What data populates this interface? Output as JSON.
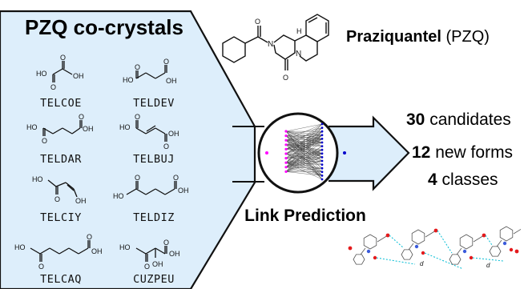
{
  "panel": {
    "title": "PZQ co-crystals"
  },
  "coformers": [
    {
      "code": "TELCOE"
    },
    {
      "code": "TELDEV"
    },
    {
      "code": "TELDAR"
    },
    {
      "code": "TELBUJ"
    },
    {
      "code": "TELCIY"
    },
    {
      "code": "TELDIZ"
    },
    {
      "code": "TELCAQ"
    },
    {
      "code": "CUZPEU"
    }
  ],
  "atoms": {
    "ho": "HO",
    "oh": "OH",
    "o": "O",
    "n": "N",
    "h": "H",
    "d": "d"
  },
  "drug": {
    "name": "Praziquantel",
    "abbr": "(PZQ)"
  },
  "method": {
    "label": "Link Prediction"
  },
  "results": [
    {
      "value": "30",
      "text": "candidates"
    },
    {
      "value": "12",
      "text": "new forms"
    },
    {
      "value": "4",
      "text": "classes"
    }
  ],
  "colors": {
    "panel_fill": "#ddeefb",
    "network_left": "#ff00ff",
    "network_right": "#0000cc",
    "h_bond": "#00bcd4",
    "oxygen": "#e41a1c",
    "nitrogen": "#3b5bdb"
  }
}
